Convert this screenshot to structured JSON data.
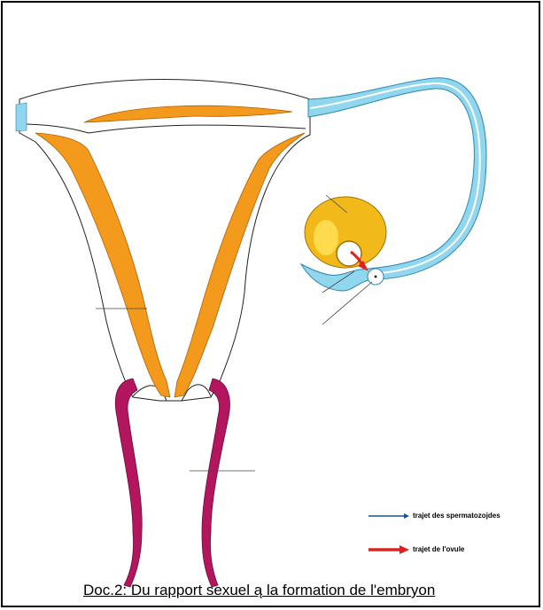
{
  "caption": "Doc.2: Du rapport sexuel ą la formation de l'embryon",
  "legend": {
    "sperm_path": {
      "label": "trajet des spermatozojdes",
      "color": "#1f4fa0"
    },
    "ovule_path": {
      "label": "trajet de l'ovule",
      "color": "#e0201c"
    }
  },
  "colors": {
    "endometrium": "#f39a1c",
    "tube": "#8fd6ee",
    "ovary": "#f2b91a",
    "vagina": "#b3155e"
  }
}
